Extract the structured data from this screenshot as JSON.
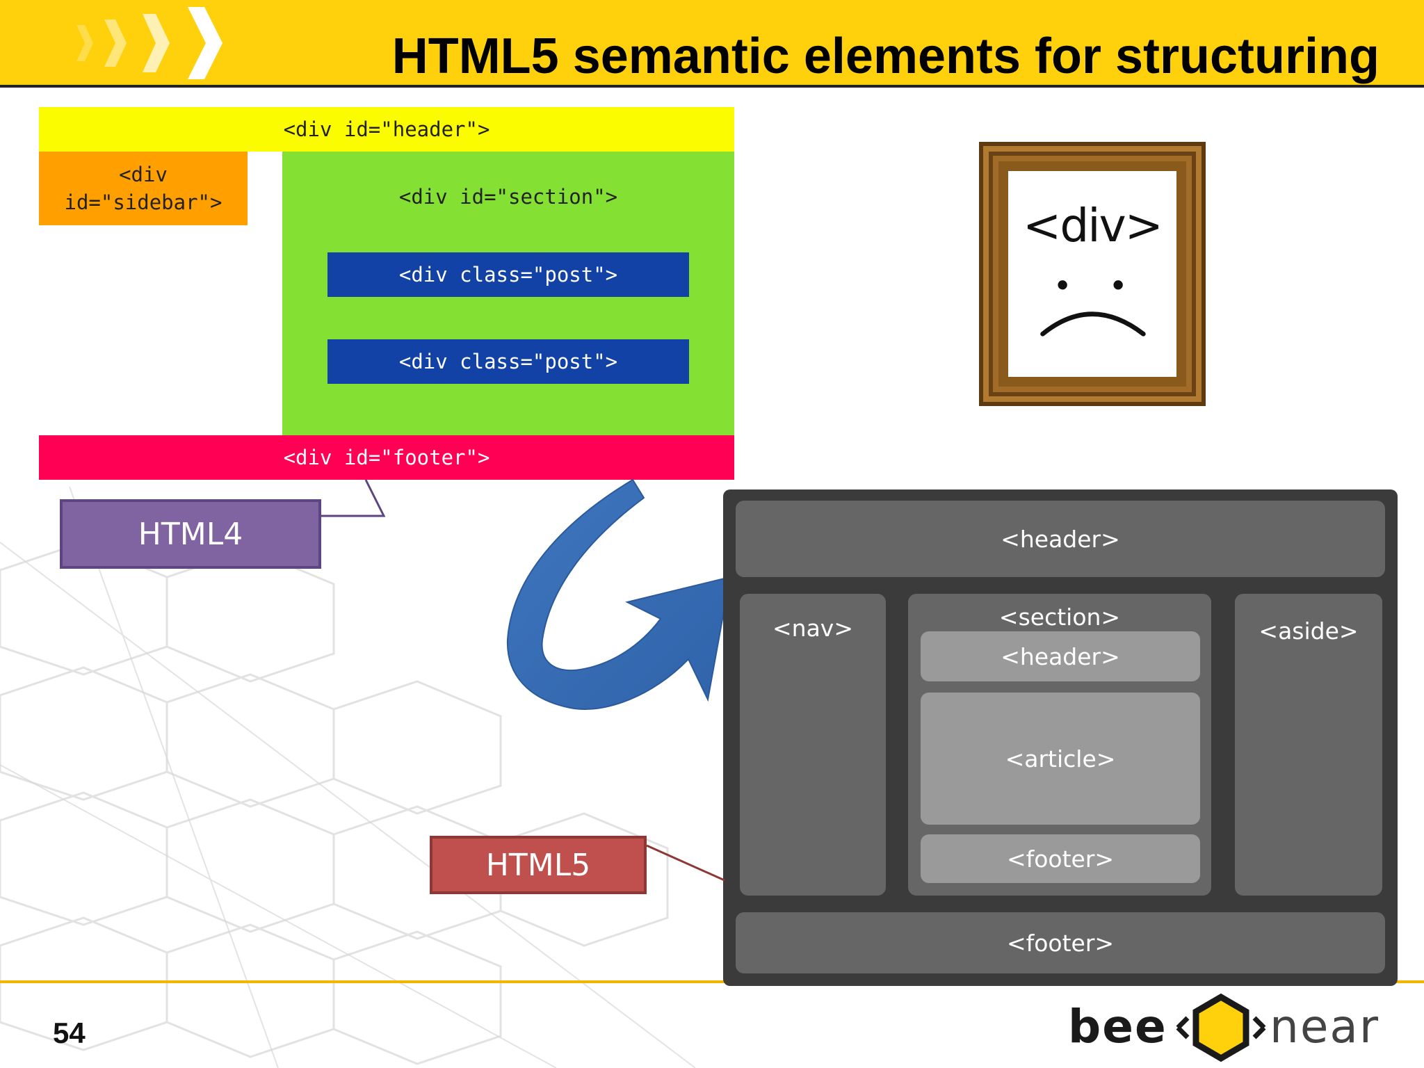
{
  "slide": {
    "title": "HTML5 semantic elements for structuring",
    "page_number": "54"
  },
  "html4": {
    "label": "HTML4",
    "header": "<div id=\"header\">",
    "sidebar_line1": "<div",
    "sidebar_line2": "id=\"sidebar\">",
    "section": "<div id=\"section\">",
    "posts": [
      "<div class=\"post\">",
      "<div class=\"post\">"
    ],
    "footer": "<div id=\"footer\">",
    "colors": {
      "header": "#fcfc00",
      "sidebar": "#ff9f00",
      "section": "#84e032",
      "post": "#1242a5",
      "footer": "#ff0055"
    }
  },
  "frame": {
    "text": "<div>",
    "face": "sad-face-icon"
  },
  "html5": {
    "label": "HTML5",
    "header": "<header>",
    "nav": "<nav>",
    "section": "<section>",
    "section_header": "<header>",
    "article": "<article>",
    "section_footer": "<footer>",
    "aside": "<aside>",
    "footer": "<footer>"
  },
  "logo": {
    "left": "bee",
    "right": "near"
  },
  "colors": {
    "top_bar": "#ffd10c",
    "accent_line": "#f4b400",
    "arrow": "#3a6fb5",
    "html4_label": "#8064a2",
    "html5_label": "#c0504d"
  }
}
